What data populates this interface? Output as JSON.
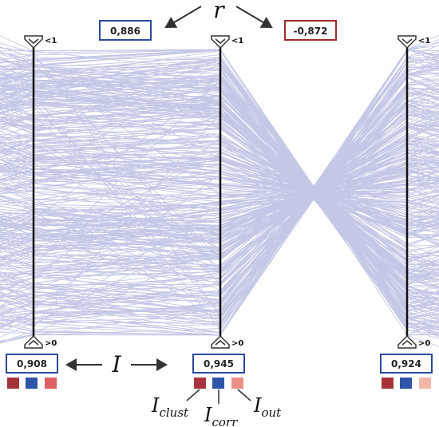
{
  "annotations": {
    "r_symbol": "r",
    "i_symbol": "I",
    "i_clust_base": "I",
    "i_clust_sub": "clust",
    "i_corr_base": "I",
    "i_corr_sub": "corr",
    "i_out_base": "I",
    "i_out_sub": "out"
  },
  "correlations": [
    {
      "value": "0,886",
      "border_color": "#2b4a9c"
    },
    {
      "value": "-0,872",
      "border_color": "#a52a2a"
    }
  ],
  "axes": [
    {
      "top_label": "<1",
      "bottom_label": ">0",
      "score": "0,908",
      "swatches": [
        "#a8343b",
        "#2f55a8",
        "#e06062"
      ]
    },
    {
      "top_label": "<1",
      "bottom_label": ">0",
      "score": "0,945",
      "swatches": [
        "#a8343b",
        "#2f55a8",
        "#ec8f88"
      ]
    },
    {
      "top_label": "<1",
      "bottom_label": ">0",
      "score": "0,924",
      "swatches": [
        "#a8343b",
        "#2f55a8",
        "#f4b6a9"
      ]
    }
  ],
  "colors": {
    "polyline": "#2b38a6",
    "axis": "#111111",
    "positive_border": "#2b4a9c",
    "negative_border": "#a52a2a"
  }
}
